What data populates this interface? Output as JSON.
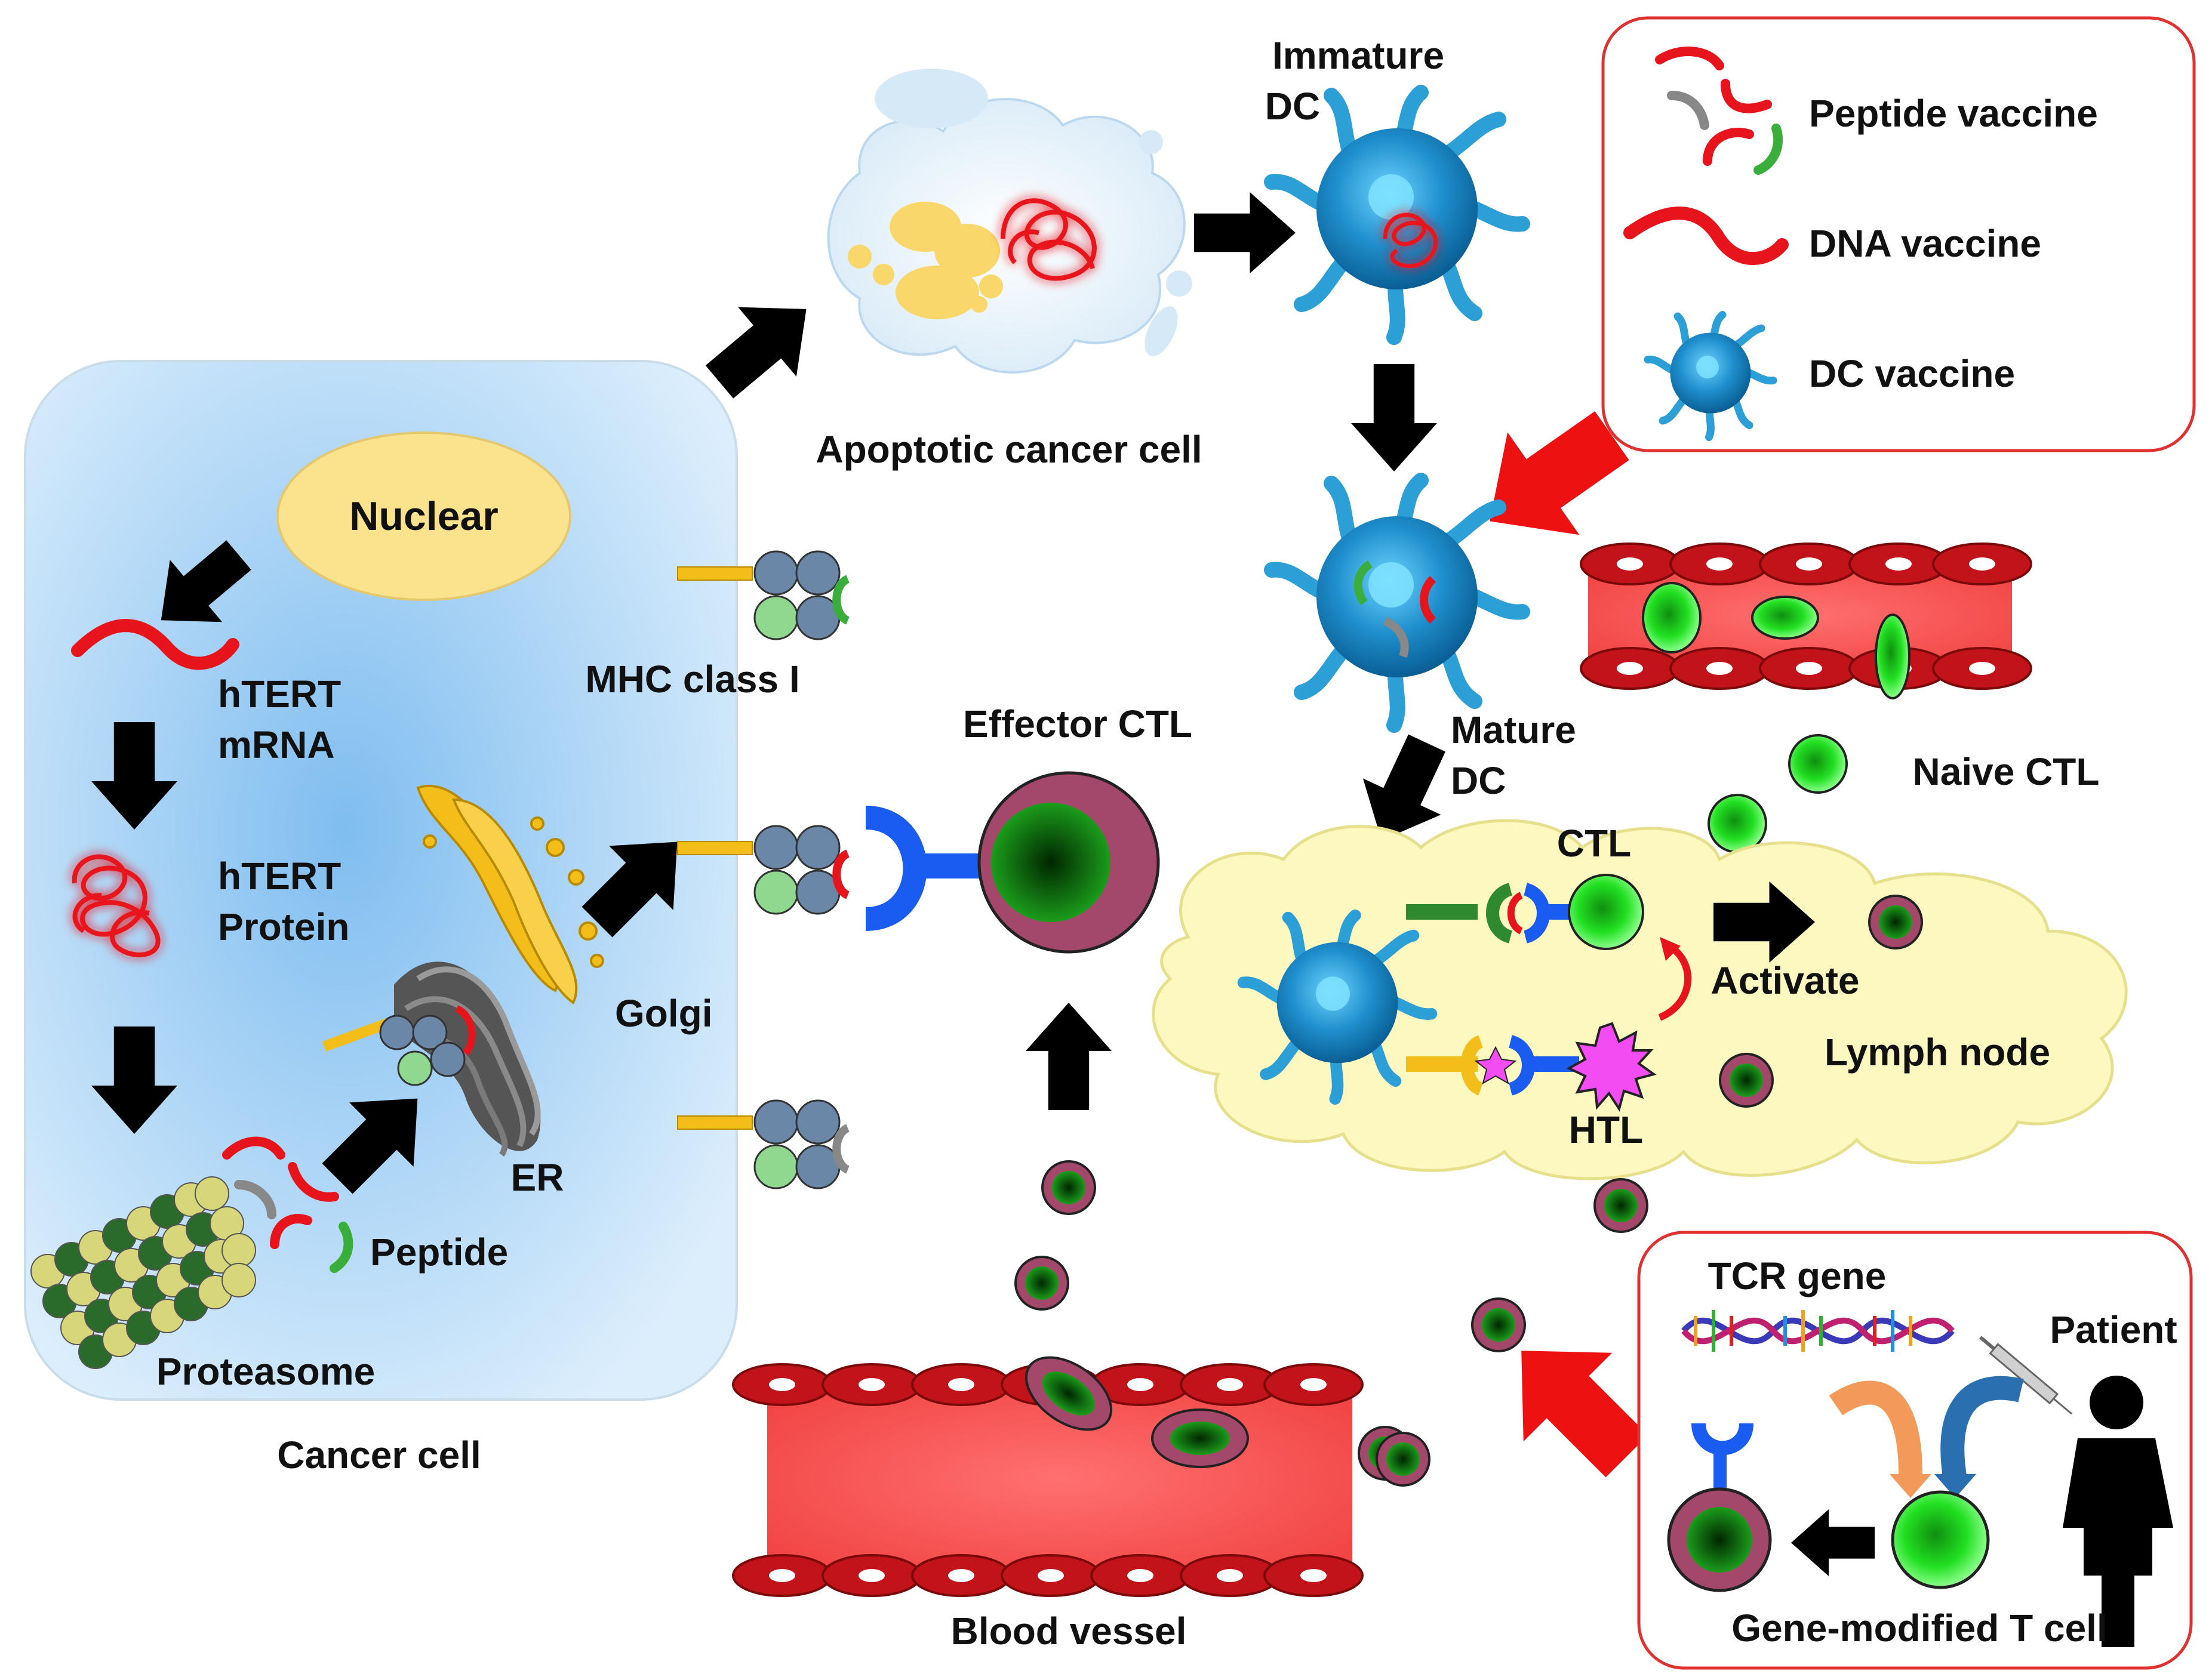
{
  "labels": {
    "nuclear": "Nuclear",
    "htert_mrna_1": "hTERT",
    "htert_mrna_2": "mRNA",
    "htert_protein_1": "hTERT",
    "htert_protein_2": "Protein",
    "peptide": "Peptide",
    "proteasome": "Proteasome",
    "cancer_cell": "Cancer cell",
    "mhc_class_i": "MHC class I",
    "golgi": "Golgi",
    "er": "ER",
    "apoptotic_cancer_cell": "Apoptotic cancer cell",
    "immature_dc_1": "Immature",
    "immature_dc_2": "DC",
    "mature_dc_1": "Mature",
    "mature_dc_2": "DC",
    "effector_ctl": "Effector CTL",
    "naive_ctl": "Naive CTL",
    "ctl": "CTL",
    "activate": "Activate",
    "lymph_node": "Lymph node",
    "htl": "HTL",
    "blood_vessel": "Blood vessel",
    "tcr_gene": "TCR gene",
    "patient": "Patient",
    "gene_modified_t_cell": "Gene-modified T cell"
  },
  "legend": {
    "peptide_vaccine": "Peptide vaccine",
    "dna_vaccine": "DNA vaccine",
    "dc_vaccine": "DC vaccine"
  },
  "colors": {
    "cancer_cell_bg": "#a9d2f2",
    "nucleus": "#fbe28d",
    "dc_blue": "#2b9fd6",
    "red_rna": "#e8141c",
    "vessel_red": "#f45a5a",
    "rbc": "#c2121a",
    "lymph_node": "#fdf7c0",
    "ctl_green": "#16e616",
    "effector_maroon": "#a3476b",
    "legend_border": "#e03030",
    "arrow_black": "#000000",
    "arrow_red": "#ee1111"
  }
}
